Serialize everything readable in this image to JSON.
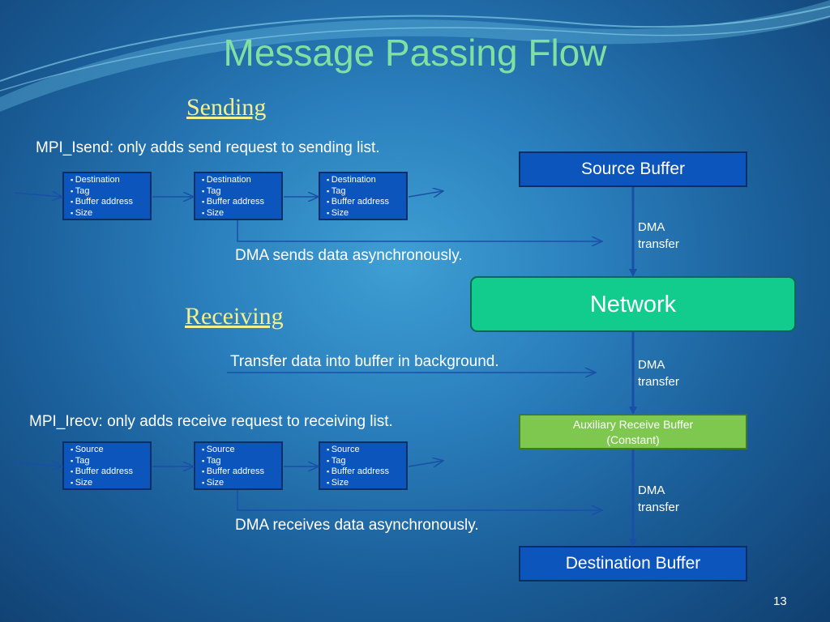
{
  "slide": {
    "title": "Message Passing Flow",
    "page_number": "13"
  },
  "sending": {
    "heading": "Sending",
    "caption_isend": "MPI_Isend: only adds send request to sending list.",
    "caption_dma": "DMA sends data asynchronously.",
    "cards": [
      {
        "items": [
          "Destination",
          "Tag",
          "Buffer address",
          "Size"
        ]
      },
      {
        "items": [
          "Destination",
          "Tag",
          "Buffer address",
          "Size"
        ]
      },
      {
        "items": [
          "Destination",
          "Tag",
          "Buffer address",
          "Size"
        ]
      }
    ]
  },
  "receiving": {
    "heading": "Receiving",
    "caption_background": "Transfer data into buffer in background.",
    "caption_irecv": "MPI_Irecv: only adds receive request to receiving list.",
    "caption_dma": "DMA receives data asynchronously.",
    "cards": [
      {
        "items": [
          "Source",
          "Tag",
          "Buffer address",
          "Size"
        ]
      },
      {
        "items": [
          "Source",
          "Tag",
          "Buffer address",
          "Size"
        ]
      },
      {
        "items": [
          "Source",
          "Tag",
          "Buffer address",
          "Size"
        ]
      }
    ]
  },
  "pipeline": {
    "source_buffer": "Source Buffer",
    "dma_1": [
      "DMA",
      "transfer"
    ],
    "network": "Network",
    "dma_2": [
      "DMA",
      "transfer"
    ],
    "aux_buffer_line1": "Auxiliary Receive Buffer",
    "aux_buffer_line2": "(Constant)",
    "dma_3": [
      "DMA",
      "transfer"
    ],
    "destination_buffer": "Destination Buffer"
  },
  "colors": {
    "title": "#7fe0a2",
    "section_heading": "#f3ee8e",
    "card_fill": "#0c55bd",
    "network_fill": "#12cc8e",
    "aux_fill": "#7ec850",
    "arrow": "#1a4fa8"
  }
}
